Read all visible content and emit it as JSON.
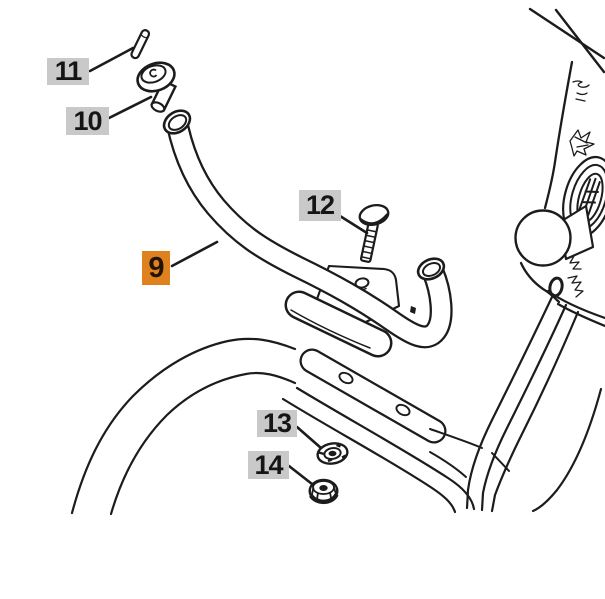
{
  "page": {
    "background": "#ffffff"
  },
  "colors": {
    "line": "#1c1c1c",
    "label_bg": "#c9c9c9",
    "label_text": "#151515",
    "highlight_bg": "#e0811f",
    "highlight_text": "#221405",
    "background": "#ffffff"
  },
  "labels": {
    "part11": {
      "text": "11",
      "highlighted": false
    },
    "part10": {
      "text": "10",
      "highlighted": false
    },
    "part9": {
      "text": "9",
      "highlighted": true
    },
    "part12": {
      "text": "12",
      "highlighted": false
    },
    "part13": {
      "text": "13",
      "highlighted": false
    },
    "part14": {
      "text": "14",
      "highlighted": false
    }
  }
}
